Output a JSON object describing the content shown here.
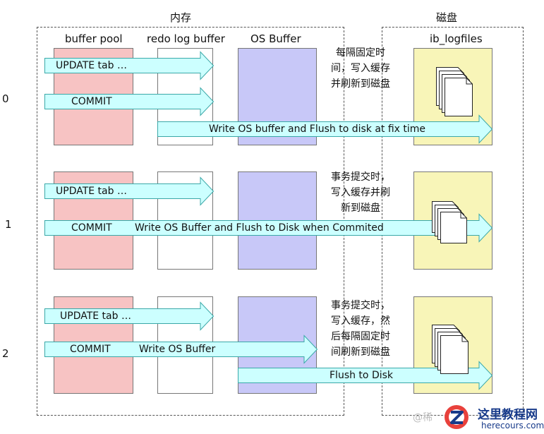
{
  "regions": {
    "memory_title": "内存",
    "disk_title": "磁盘"
  },
  "columns": {
    "buffer_pool": "buffer pool",
    "redo_log_buffer": "redo log buffer",
    "os_buffer": "OS Buffer",
    "ib_logfiles": "ib_logfiles"
  },
  "rows": [
    {
      "index": "0",
      "update_label": "UPDATE tab …",
      "commit_label": "COMMIT",
      "flush_label": "Write OS buffer and Flush to disk at fix time",
      "note": [
        "每隔固定时",
        "间，写入缓存",
        "并刷新到磁盘"
      ]
    },
    {
      "index": "1",
      "update_label": "UPDATE tab …",
      "commit_label": "COMMIT",
      "flush_label": "Write OS Buffer and Flush to Disk when Commited",
      "note": [
        "事务提交时，",
        "写入缓存并刷",
        "新到磁盘"
      ]
    },
    {
      "index": "2",
      "update_label": "UPDATE tab …",
      "commit_label": "COMMIT",
      "write_label": "Write OS Buffer",
      "flush_label": "Flush to Disk",
      "note": [
        "事务提交时，",
        "写入缓存，然",
        "后每隔固定时",
        "间刷新到磁盘"
      ]
    }
  ],
  "watermark": {
    "text": "@稀",
    "logo_cn": "这里教程网",
    "logo_url": "herecours.com"
  },
  "colors": {
    "arrow_fill": "#ccffff",
    "arrow_stroke": "#3aa8a8",
    "buffer_pool": "#f7c3c3",
    "os_buffer": "#c8c8f8",
    "ib_logfiles": "#f8f5b8"
  }
}
